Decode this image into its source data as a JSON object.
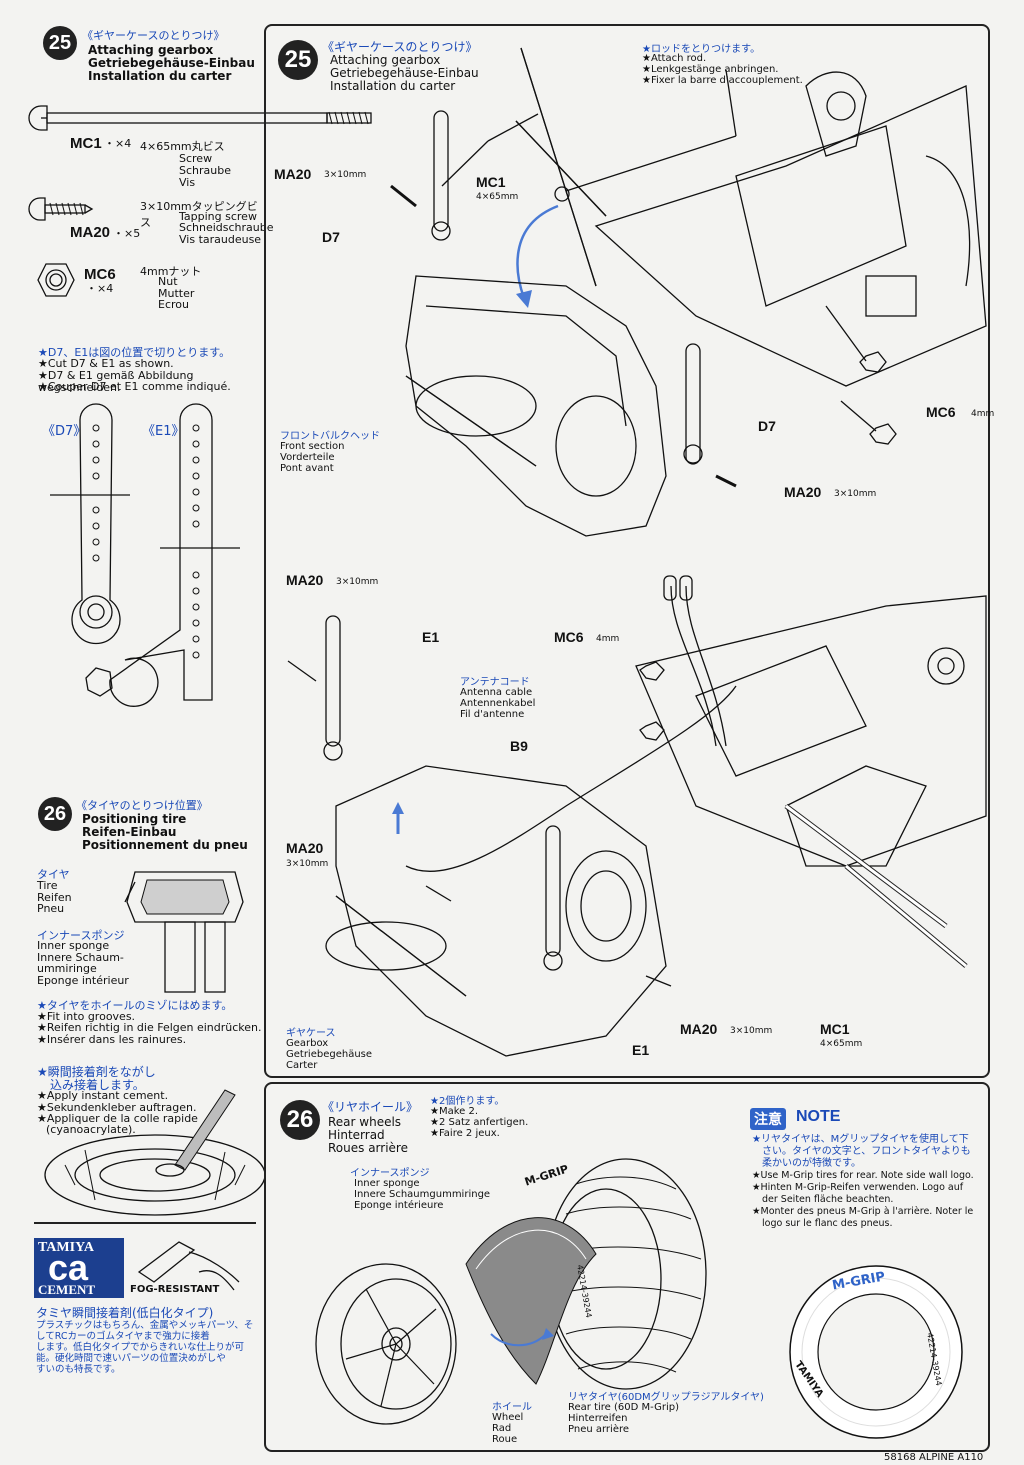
{
  "left": {
    "step25": {
      "number": "25",
      "title_jp": "《ギヤーケースのとりつけ》",
      "title_en": "Attaching gearbox",
      "title_de": "Getriebegehäuse-Einbau",
      "title_fr": "Installation du carter"
    },
    "parts": [
      {
        "code": "MC1",
        "qty": "・×4",
        "size_jp": "4×65mm丸ビス",
        "en": "Screw",
        "de": "Schraube",
        "fr": "Vis"
      },
      {
        "code": "MA20",
        "qty": "・×5",
        "size_jp": "3×10mmタッピングビス",
        "en": "Tapping screw",
        "de": "Schneidschraube",
        "fr": "Vis taraudeuse"
      },
      {
        "code": "MC6",
        "qty": "・×4",
        "size_jp": "4mmナット",
        "en": "Nut",
        "de": "Mutter",
        "fr": "Ecrou"
      }
    ],
    "cut_notes": [
      "★D7、E1は図の位置で切りとります。",
      "★Cut D7 & E1 as shown.",
      "★D7 & E1 gemäß Abbildung wegschneiden.",
      "★Couper D7 et E1 comme indiqué."
    ],
    "d7_label": "《D7》",
    "e1_label": "《E1》",
    "step26": {
      "number": "26",
      "title_jp": "《タイヤのとりつけ位置》",
      "title_en": "Positioning tire",
      "title_de": "Reifen-Einbau",
      "title_fr": "Positionnement du pneu"
    },
    "tire_labels": [
      "タイヤ",
      "Tire",
      "Reifen",
      "Pneu"
    ],
    "sponge_labels": [
      "インナースポンジ",
      "Inner sponge",
      "Innere Schaum-",
      "ummiringe",
      "Eponge intérieur"
    ],
    "groove_notes": [
      "★タイヤをホイールのミゾにはめます。",
      "★Fit into grooves.",
      "★Reifen richtig in die Felgen eindrücken.",
      "★Insérer dans les rainures."
    ],
    "cement_notes": [
      "★瞬間接着剤をながし",
      "込み接着します。",
      "★Apply instant cement.",
      "★Sekundenkleber auftragen.",
      "★Appliquer de la colle rapide",
      "(cyanoacrylate)."
    ],
    "ad": {
      "brand": "TAMIYA",
      "logo": "ca",
      "cement": "CEMENT",
      "fog": "FOG-RESISTANT",
      "title_jp": "タミヤ瞬間接着剤(低白化タイプ)",
      "body_jp": [
        "プラスチックはもちろん、金属やメッキパーツ、そ",
        "してRCカーのゴムタイヤまで強力に接着",
        "します。低白化タイプでからきれいな仕上りが可",
        "能。硬化時間で速いパーツの位置決めがしや",
        "すいのも特長です。"
      ]
    }
  },
  "main25": {
    "number": "25",
    "title_jp": "《ギヤーケースのとりつけ》",
    "title_en": "Attaching gearbox",
    "title_de": "Getriebegehäuse-Einbau",
    "title_fr": "Installation du carter",
    "rod_note": [
      "★ロッドをとりつけます。",
      "★Attach rod.",
      "★Lenkgestänge anbringen.",
      "★Fixer la barre d'accouplement."
    ],
    "ma20_top": "MA20",
    "ma20_size": "3×10mm",
    "mc1": "MC1",
    "mc1_size": "4×65mm",
    "d7a": "D7",
    "d7b": "D7",
    "mc6": "MC6",
    "mc6_size": "4mm",
    "ma20_b": "MA20",
    "ma20_b_size": "3×10mm",
    "front_jp": "フロントバルクヘッド",
    "front_en": "Front section",
    "front_de": "Vorderteile",
    "front_fr": "Pont avant",
    "ma20_c": "MA20",
    "ma20_c_size": "3×10mm",
    "e1a": "E1",
    "mc6_b": "MC6",
    "mc6_b_size": "4mm",
    "antenna_jp": "アンテナコード",
    "antenna_en": "Antenna cable",
    "antenna_de": "Antennenkabel",
    "antenna_fr": "Fil d'antenne",
    "b9": "B9",
    "ma20_d": "MA20",
    "ma20_d_size": "3×10mm",
    "gear_jp": "ギヤケース",
    "gear_en": "Gearbox",
    "gear_de": "Getriebegehäuse",
    "gear_fr": "Carter",
    "ma20_e": "MA20",
    "ma20_e_size": "3×10mm",
    "e1b": "E1",
    "mc1_b": "MC1",
    "mc1_b_size": "4×65mm"
  },
  "rear": {
    "number": "26",
    "title_jp": "《リヤホイール》",
    "title_en": "Rear wheels",
    "title_de": "Hinterrad",
    "title_fr": "Roues arrière",
    "make_notes": [
      "★2個作ります。",
      "★Make 2.",
      "★2 Satz anfertigen.",
      "★Faire 2 jeux."
    ],
    "sponge_jp": "インナースポンジ",
    "sponge_en": "Inner sponge",
    "sponge_de": "Innere Schaumgummiringe",
    "sponge_fr": "Eponge intérieure",
    "wheel_jp": "ホイール",
    "wheel_en": "Wheel",
    "wheel_de": "Rad",
    "wheel_fr": "Roue",
    "tire_jp": "リヤタイヤ(60DMグリップラジアルタイヤ)",
    "tire_en": "Rear tire (60D M-Grip)",
    "tire_de": "Hinterreifen",
    "tire_fr": "Pneu arrière",
    "tire_logo": "M-GRIP",
    "tire_code": "42214-39244",
    "note_jp_badge": "注意",
    "note_title": "NOTE",
    "note_lines": [
      "★リヤタイヤは、Mグリップタイヤを使用して下",
      "さい。タイヤの文字と、フロントタイヤよりも",
      "柔かいのが特徴です。",
      "★Use M-Grip tires for rear. Note side wall logo.",
      "★Hinten M-Grip-Reifen verwenden. Logo auf",
      "der Seiten fläche beachten.",
      "★Monter des pneus M-Grip à l'arrière. Noter le",
      "logo sur le flanc des pneus."
    ],
    "ring_brand": "TAMIYA",
    "ring_logo": "M-GRIP",
    "ring_code": "42214-39244"
  },
  "footer": "58168 ALPINE A110"
}
